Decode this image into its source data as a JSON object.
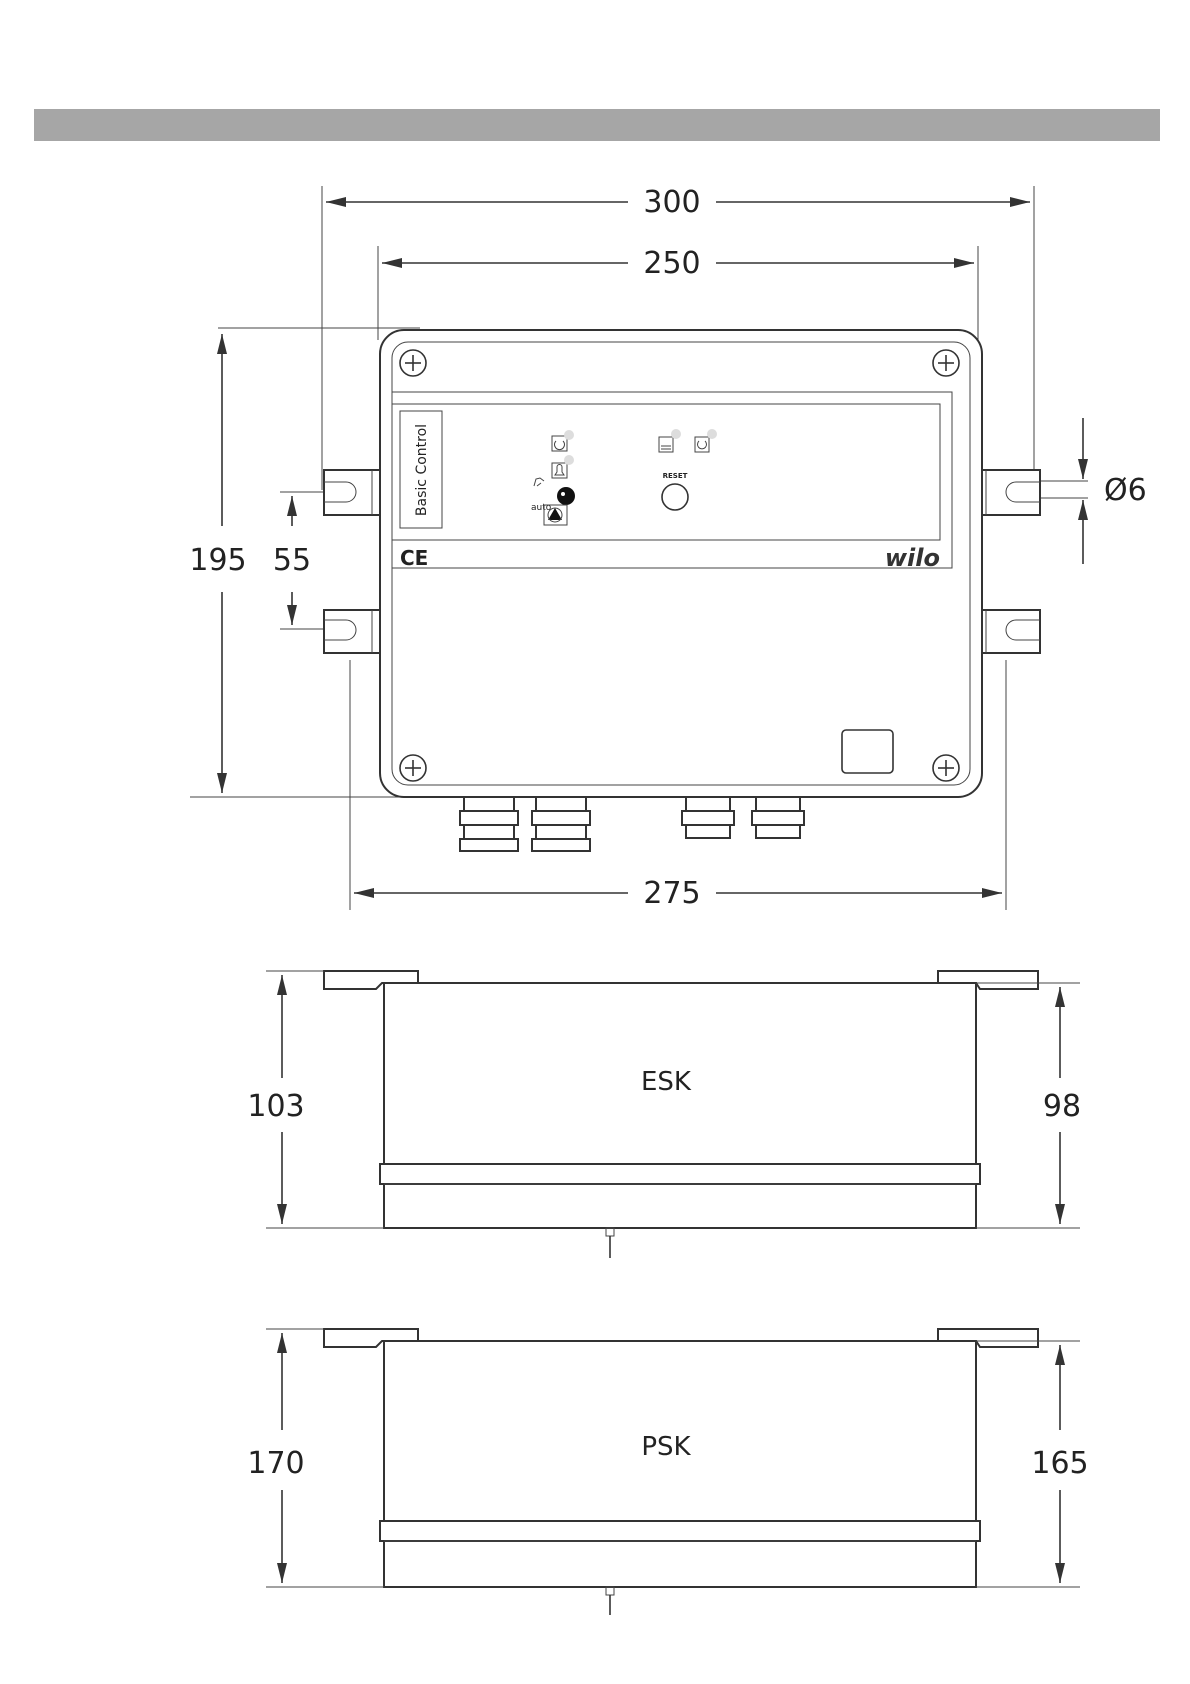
{
  "header": {
    "bar_color": "#a6a6a6"
  },
  "front_view": {
    "dim_overall_width": "300",
    "dim_mount_spacing": "250",
    "dim_bottom_width": "275",
    "dim_height": "195",
    "dim_mount_vertical": "55",
    "dim_hole_diameter": "Ø6"
  },
  "panel": {
    "product_name": "Basic Control",
    "reset_label": "RESET",
    "auto_label": "auto",
    "brand": "wilo",
    "ce_mark": "CE"
  },
  "esk_view": {
    "label": "ESK",
    "dim_total_height": "103",
    "dim_body_height": "98"
  },
  "psk_view": {
    "label": "PSK",
    "dim_total_height": "170",
    "dim_body_height": "165"
  },
  "icons": [
    "plus-screw-icon",
    "rotate-icon",
    "bell-icon",
    "hand-icon",
    "pump-icon",
    "tank-icon",
    "power-icon"
  ]
}
